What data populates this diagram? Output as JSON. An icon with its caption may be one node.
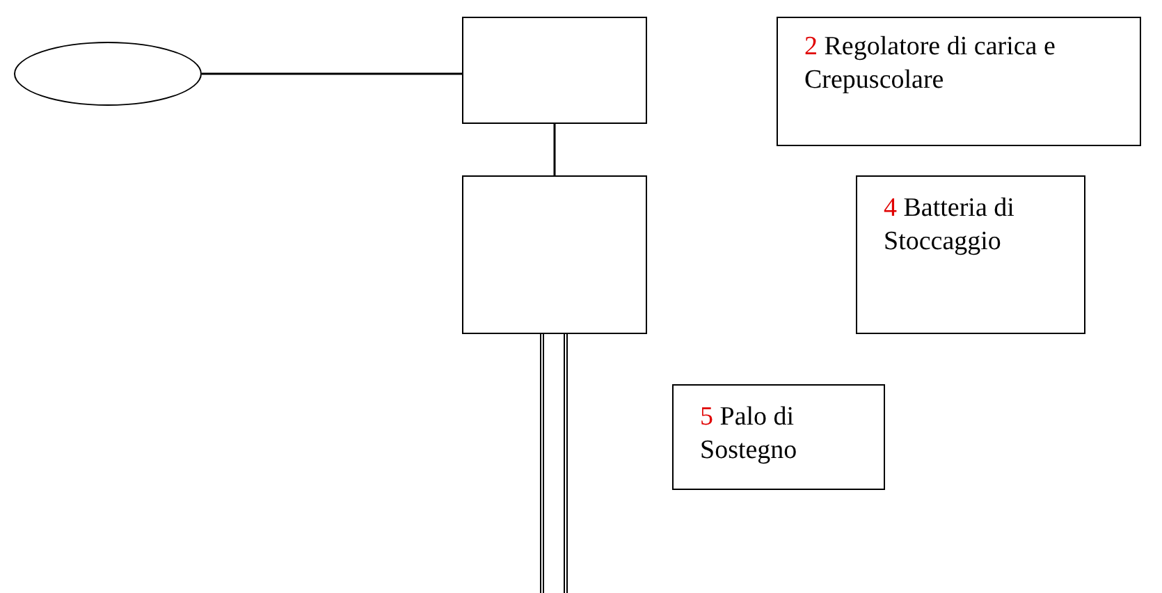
{
  "diagram": {
    "nodes": [
      {
        "text": [],
        "shape": "ellipse"
      },
      {
        "text": [],
        "shape": "box"
      },
      {
        "text": [
          "2",
          "Regolatore di carica e Crepuscolare"
        ]
      },
      {
        "text": [],
        "shape": "box"
      },
      {
        "text": [
          "4",
          "Batteria di Stoccaggio"
        ]
      },
      {
        "text": [],
        "shape": "bar"
      },
      {
        "text": [
          "5",
          "Palo di Sostegno"
        ]
      }
    ],
    "edges": [
      {
        "from": 0,
        "to": 1,
        "arrow": "none"
      },
      {
        "from": 1,
        "to": 3,
        "arrow": "none"
      }
    ]
  }
}
